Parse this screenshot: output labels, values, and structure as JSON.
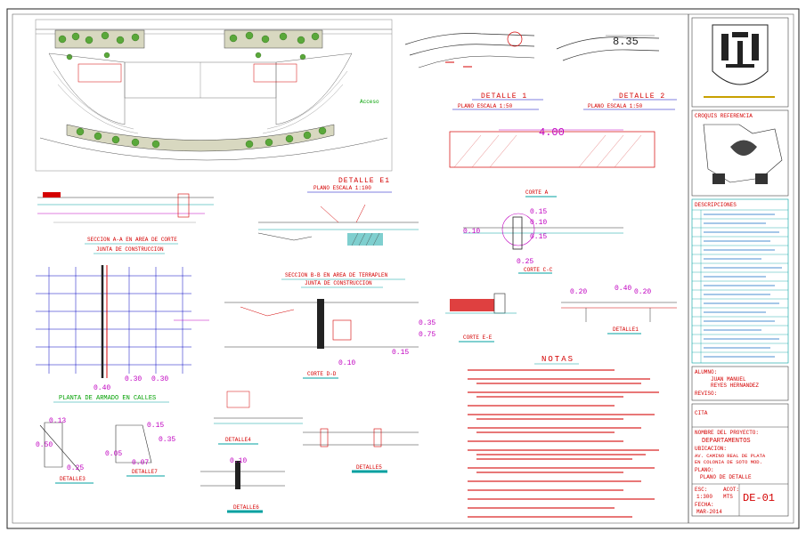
{
  "labels": {
    "acceso": "Acceso",
    "detalle1_title": "DETALLE 1",
    "detalle1_scale": "PLANO ESCALA 1:50",
    "detalle2_title": "DETALLE 2",
    "detalle2_scale": "PLANO ESCALA 1:50",
    "dim_835": "8.35",
    "dim_400": "4.00",
    "corte_a": "CORTE A",
    "detalle_e1_title": "DETALLE E1",
    "detalle_e1_scale": "PLANO ESCALA 1:100",
    "seccion_aa": "SECCION A-A EN AREA DE CORTE",
    "seccion_aa_sub": "JUNTA DE CONSTRUCCION",
    "seccion_bb": "SECCION B-B EN AREA DE TERRAPLEN",
    "seccion_bb_sub": "JUNTA DE CONSTRUCCION",
    "planta_armado": "PLANTA DE ARMADO EN CALLES",
    "corte_cc": "CORTE C-C",
    "corte_dd": "CORTE D-D",
    "corte_ee": "CORTE E-E",
    "detalle_1b": "DETALLE1",
    "notas": "NOTAS",
    "detalle3": "DETALLE3",
    "detalle4": "DETALLE4",
    "detalle5": "DETALLE5",
    "detalle6": "DETALLE6",
    "detalle7": "DETALLE7",
    "dim_015": "0.15",
    "dim_010": "0.10",
    "dim_020": "0.20",
    "dim_035": "0.35",
    "dim_050": "0.50",
    "dim_025": "0.25",
    "dim_030": "0.30",
    "dim_040": "0.40",
    "dim_075": "0.75",
    "dim_007": "0.07",
    "dim_005": "0.05",
    "dim_013": "0.13"
  },
  "title_block": {
    "croquis": "CROQUIS REFERENCIA",
    "descripciones": "DESCRIPCIONES",
    "alumno_label": "ALUMNO:",
    "alumno_name_1": "JUAN MANUEL",
    "alumno_name_2": "REYES HERNANDEZ",
    "reviso_label": "REVISO:",
    "cita_label": "CITA",
    "nombre_proyecto_label": "NOMBRE DEL PROYECTO:",
    "proyecto": "DEPARTAMENTOS",
    "ubicacion_label": "UBICACION:",
    "ubicacion_1": "AV. CAMINO REAL DE PLATA",
    "ubicacion_2": "EN COLONIA DE SOTO MOD.",
    "plano_label": "PLANO:",
    "plano": "PLANO DE DETALLE",
    "esc_label": "ESC:",
    "esc": "1:300",
    "acot_label": "ACOT:",
    "acot": "MTS",
    "fecha_label": "FECHA:",
    "fecha": "MAR-2014",
    "clave": "DE-01"
  },
  "colors": {
    "red": "#d40000",
    "teal": "#00a0a0",
    "magenta": "#c000c0",
    "green": "#00a000",
    "blue": "#0000c0"
  }
}
